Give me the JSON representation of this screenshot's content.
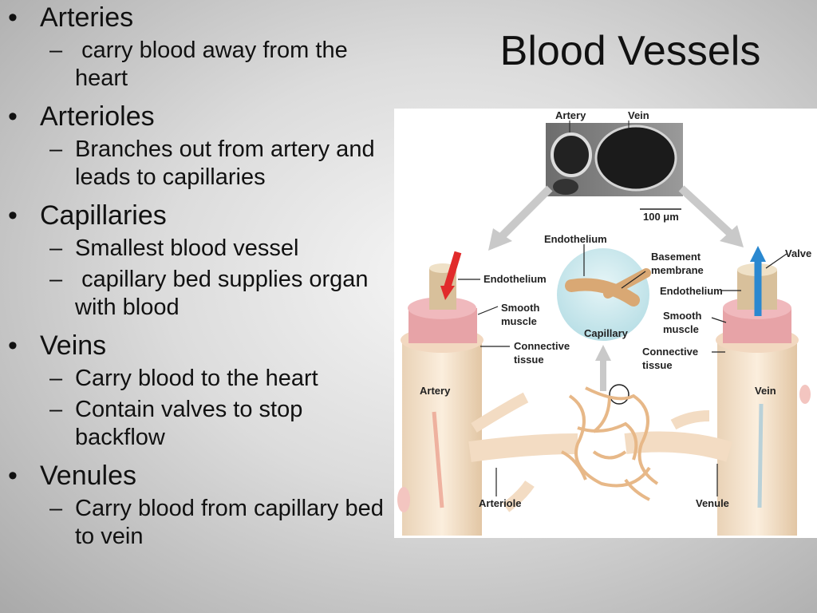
{
  "title": "Blood Vessels",
  "bullets": [
    {
      "label": "Arteries",
      "subs": [
        " carry blood away from the heart"
      ]
    },
    {
      "label": "Arterioles",
      "subs": [
        "Branches out from artery and leads to capillaries"
      ]
    },
    {
      "label": "Capillaries",
      "subs": [
        "Smallest blood vessel",
        " capillary bed supplies organ with blood"
      ]
    },
    {
      "label": "Veins",
      "subs": [
        "Carry blood to the heart",
        "Contain valves to stop backflow"
      ]
    },
    {
      "label": "Venules",
      "subs": [
        "Carry blood from capillary bed to vein"
      ]
    }
  ],
  "figure": {
    "micrograph_labels": {
      "artery": "Artery",
      "vein": "Vein",
      "scale": "100 μm"
    },
    "labels": {
      "endothelium_top": "Endothelium",
      "basement_membrane": "Basement membrane",
      "valve": "Valve",
      "endothelium_left": "Endothelium",
      "endothelium_right": "Endothelium",
      "smooth_muscle_left": "Smooth muscle",
      "smooth_muscle_right": "Smooth muscle",
      "capillary": "Capillary",
      "connective_left": "Connective tissue",
      "connective_right": "Connective tissue",
      "artery": "Artery",
      "vein": "Vein",
      "arteriole": "Arteriole",
      "venule": "Venule"
    }
  }
}
